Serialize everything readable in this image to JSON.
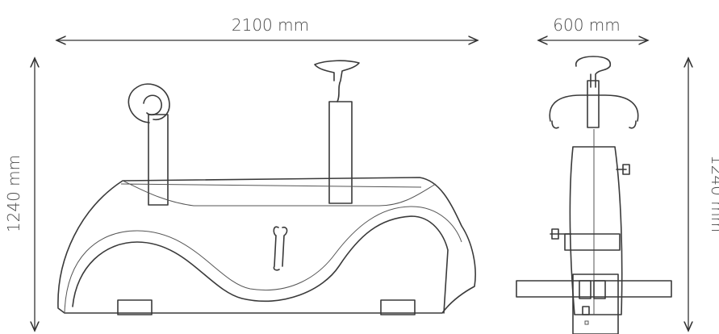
{
  "dimensions": {
    "side_length": "2100 mm",
    "side_height": "1240 mm",
    "front_width": "600 mm",
    "front_height": "1240 mm"
  },
  "colors": {
    "line": "#3a3a3a",
    "text": "#4a4a4a",
    "background": "#ffffff"
  }
}
